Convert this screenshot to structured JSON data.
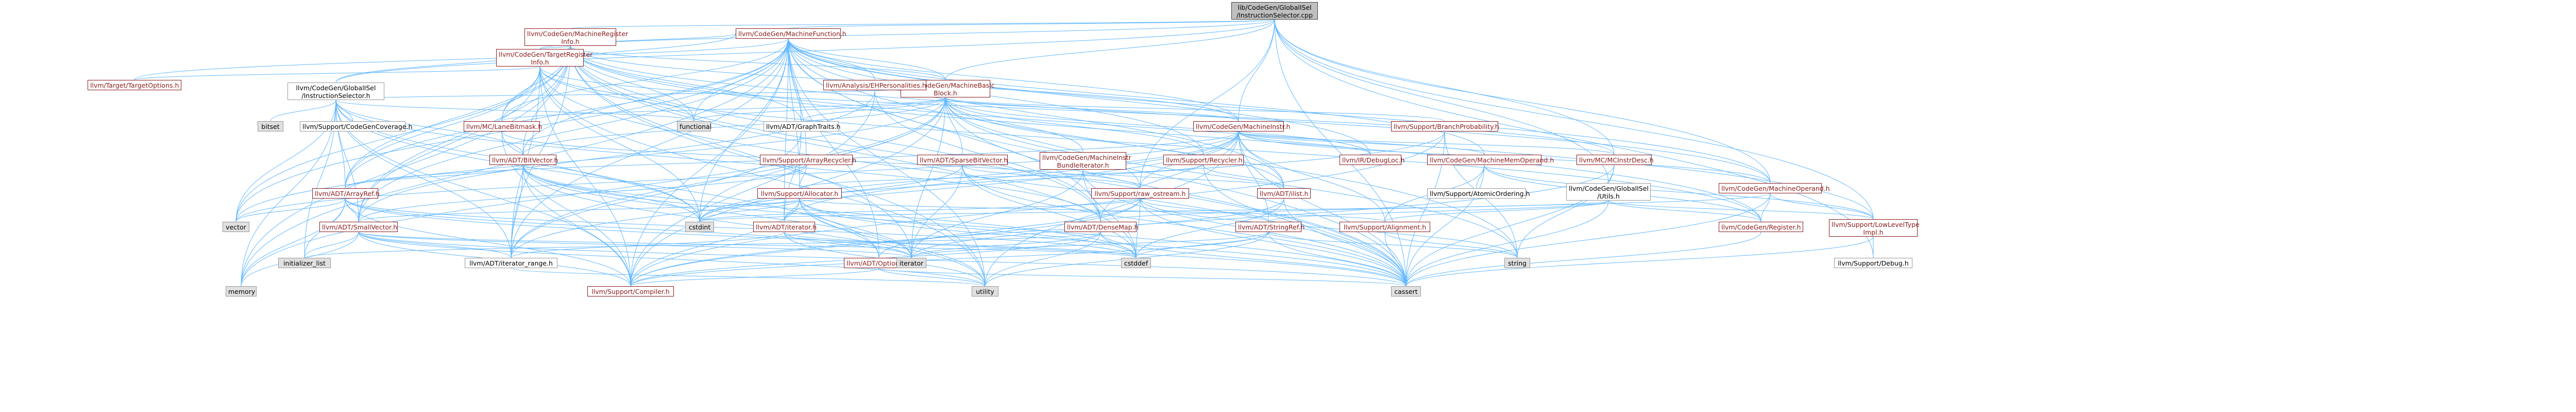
{
  "nodes": [
    {
      "id": "root",
      "label": "lib/CodeGen/GlobalISel\n/InstructionSelector.cpp",
      "kind": "root"
    },
    {
      "id": "mri",
      "label": "llvm/CodeGen/MachineRegister\nInfo.h",
      "kind": "doc"
    },
    {
      "id": "tri",
      "label": "llvm/CodeGen/TargetRegister\nInfo.h",
      "kind": "doc"
    },
    {
      "id": "mf",
      "label": "llvm/CodeGen/MachineFunction.h",
      "kind": "doc"
    },
    {
      "id": "tto",
      "label": "llvm/Target/TargetOptions.h",
      "kind": "doc"
    },
    {
      "id": "gis",
      "label": "llvm/CodeGen/GlobalISel\n/InstructionSelector.h",
      "kind": "plain"
    },
    {
      "id": "mbb",
      "label": "llvm/CodeGen/MachineBasic\nBlock.h",
      "kind": "doc"
    },
    {
      "id": "ehp",
      "label": "llvm/Analysis/EHPersonalities.h",
      "kind": "doc"
    },
    {
      "id": "bitset",
      "label": "bitset",
      "kind": "gray"
    },
    {
      "id": "cgcov",
      "label": "llvm/Support/CodeGenCoverage.h",
      "kind": "plain"
    },
    {
      "id": "functional",
      "label": "functional",
      "kind": "gray"
    },
    {
      "id": "mclane",
      "label": "llvm/MC/LaneBitmask.h",
      "kind": "doc"
    },
    {
      "id": "graphtraits",
      "label": "llvm/ADT/GraphTraits.h",
      "kind": "plain"
    },
    {
      "id": "arrayrecycler",
      "label": "llvm/Support/ArrayRecycler.h",
      "kind": "doc"
    },
    {
      "id": "bitvector",
      "label": "llvm/ADT/BitVector.h",
      "kind": "doc"
    },
    {
      "id": "sparsebv",
      "label": "llvm/ADT/SparseBitVector.h",
      "kind": "doc"
    },
    {
      "id": "mibundle",
      "label": "llvm/CodeGen/MachineInstr\nBundleIterator.h",
      "kind": "doc"
    },
    {
      "id": "recycler",
      "label": "llvm/Support/Recycler.h",
      "kind": "doc"
    },
    {
      "id": "mi",
      "label": "llvm/CodeGen/MachineInstr.h",
      "kind": "doc"
    },
    {
      "id": "branchprob",
      "label": "llvm/Support/BranchProbability.h",
      "kind": "doc"
    },
    {
      "id": "debugloc",
      "label": "llvm/IR/DebugLoc.h",
      "kind": "doc"
    },
    {
      "id": "mmo",
      "label": "llvm/CodeGen/MachineMemOperand.h",
      "kind": "doc"
    },
    {
      "id": "mcinstrdesc",
      "label": "llvm/MC/MCInstrDesc.h",
      "kind": "doc"
    },
    {
      "id": "atomicordering",
      "label": "llvm/Support/AtomicOrdering.h",
      "kind": "plain"
    },
    {
      "id": "gisutils",
      "label": "llvm/CodeGen/GlobalISel\n/Utils.h",
      "kind": "plain"
    },
    {
      "id": "ilist",
      "label": "llvm/ADT/ilist.h",
      "kind": "doc"
    },
    {
      "id": "rawostream",
      "label": "llvm/Support/raw_ostream.h",
      "kind": "doc"
    },
    {
      "id": "allocator",
      "label": "llvm/Support/Allocator.h",
      "kind": "doc"
    },
    {
      "id": "arrayref",
      "label": "llvm/ADT/ArrayRef.h",
      "kind": "doc"
    },
    {
      "id": "iterator",
      "label": "llvm/ADT/iterator.h",
      "kind": "doc"
    },
    {
      "id": "densemap",
      "label": "llvm/ADT/DenseMap.h",
      "kind": "doc"
    },
    {
      "id": "stringref",
      "label": "llvm/ADT/StringRef.h",
      "kind": "doc"
    },
    {
      "id": "alignment",
      "label": "llvm/Support/Alignment.h",
      "kind": "doc"
    },
    {
      "id": "mo",
      "label": "llvm/CodeGen/MachineOperand.h",
      "kind": "doc"
    },
    {
      "id": "cgregister",
      "label": "llvm/CodeGen/Register.h",
      "kind": "doc"
    },
    {
      "id": "lowleveltype",
      "label": "llvm/Support/LowLevelType\nImpl.h",
      "kind": "doc"
    },
    {
      "id": "supportdebug",
      "label": "llvm/Support/Debug.h",
      "kind": "plain"
    },
    {
      "id": "smallvector",
      "label": "llvm/ADT/SmallVector.h",
      "kind": "doc"
    },
    {
      "id": "optional",
      "label": "llvm/ADT/Optional.h",
      "kind": "doc"
    },
    {
      "id": "iterrange",
      "label": "llvm/ADT/iterator_range.h",
      "kind": "plain"
    },
    {
      "id": "compiler",
      "label": "llvm/Support/Compiler.h",
      "kind": "doc"
    },
    {
      "id": "vector",
      "label": "vector",
      "kind": "gray"
    },
    {
      "id": "initlist",
      "label": "initializer_list",
      "kind": "gray"
    },
    {
      "id": "memory",
      "label": "memory",
      "kind": "gray"
    },
    {
      "id": "cstdint",
      "label": "cstdint",
      "kind": "gray"
    },
    {
      "id": "iteratorstd",
      "label": "iterator",
      "kind": "gray"
    },
    {
      "id": "cstddef",
      "label": "cstddef",
      "kind": "gray"
    },
    {
      "id": "utility",
      "label": "utility",
      "kind": "gray"
    },
    {
      "id": "cassert",
      "label": "cassert",
      "kind": "gray"
    },
    {
      "id": "string",
      "label": "string",
      "kind": "gray"
    }
  ],
  "edges": [
    [
      "root",
      "mri"
    ],
    [
      "root",
      "tri"
    ],
    [
      "root",
      "mf"
    ],
    [
      "root",
      "gis"
    ],
    [
      "root",
      "mbb"
    ],
    [
      "root",
      "mi"
    ],
    [
      "root",
      "mo"
    ],
    [
      "root",
      "gisutils"
    ],
    [
      "root",
      "cassert"
    ],
    [
      "root",
      "mcinstrdesc"
    ],
    [
      "root",
      "lowleveltype"
    ],
    [
      "root",
      "rawostream"
    ],
    [
      "root",
      "supportdebug"
    ],
    [
      "mri",
      "tri"
    ],
    [
      "mri",
      "mf"
    ],
    [
      "mri",
      "mbb"
    ],
    [
      "mri",
      "mi"
    ],
    [
      "mri",
      "mo"
    ],
    [
      "mri",
      "mclane"
    ],
    [
      "mri",
      "bitvector"
    ],
    [
      "mri",
      "arrayref"
    ],
    [
      "mri",
      "densemap"
    ],
    [
      "mri",
      "smallvector"
    ],
    [
      "mri",
      "iterrange"
    ],
    [
      "mri",
      "memory"
    ],
    [
      "mri",
      "utility"
    ],
    [
      "mri",
      "vector"
    ],
    [
      "mri",
      "cassert"
    ],
    [
      "mri",
      "cstddef"
    ],
    [
      "mri",
      "iteratorstd"
    ],
    [
      "mri",
      "functional"
    ],
    [
      "mri",
      "lowleveltype"
    ],
    [
      "mri",
      "cgregister"
    ],
    [
      "mri",
      "graphtraits"
    ],
    [
      "mri",
      "gis"
    ],
    [
      "tri",
      "mf"
    ],
    [
      "tri",
      "mclane"
    ],
    [
      "tri",
      "arrayref"
    ],
    [
      "tri",
      "smallvector"
    ],
    [
      "tri",
      "iterrange"
    ],
    [
      "tri",
      "functional"
    ],
    [
      "tri",
      "cstdint"
    ],
    [
      "tri",
      "cassert"
    ],
    [
      "tri",
      "utility"
    ],
    [
      "tri",
      "cgregister"
    ],
    [
      "tri",
      "compiler"
    ],
    [
      "tri",
      "mcinstrdesc"
    ],
    [
      "tri",
      "tto"
    ],
    [
      "mf",
      "mbb"
    ],
    [
      "mf",
      "ehp"
    ],
    [
      "mf",
      "arrayrecycler"
    ],
    [
      "mf",
      "recycler"
    ],
    [
      "mf",
      "bitvector"
    ],
    [
      "mf",
      "densemap"
    ],
    [
      "mf",
      "graphtraits"
    ],
    [
      "mf",
      "smallvector"
    ],
    [
      "mf",
      "ilist"
    ],
    [
      "mf",
      "iterator"
    ],
    [
      "mf",
      "allocator"
    ],
    [
      "mf",
      "compiler"
    ],
    [
      "mf",
      "cassert"
    ],
    [
      "mf",
      "cstdint"
    ],
    [
      "mf",
      "memory"
    ],
    [
      "mf",
      "utility"
    ],
    [
      "mf",
      "vector"
    ],
    [
      "mf",
      "mmo"
    ],
    [
      "mf",
      "mi"
    ],
    [
      "mf",
      "functional"
    ],
    [
      "mf",
      "arrayref"
    ],
    [
      "mf",
      "optional"
    ],
    [
      "mf",
      "iterrange"
    ],
    [
      "mf",
      "debugloc"
    ],
    [
      "mf",
      "tto"
    ],
    [
      "mf",
      "mo"
    ],
    [
      "mf",
      "mclane"
    ],
    [
      "mf",
      "string"
    ],
    [
      "gis",
      "bitset"
    ],
    [
      "gis",
      "cgcov"
    ],
    [
      "gis",
      "functional"
    ],
    [
      "gis",
      "smallvector"
    ],
    [
      "gis",
      "arrayref"
    ],
    [
      "gis",
      "densemap"
    ],
    [
      "gis",
      "optional"
    ],
    [
      "gis",
      "cstdint"
    ],
    [
      "gis",
      "initlist"
    ],
    [
      "gis",
      "vector"
    ],
    [
      "gis",
      "memory"
    ],
    [
      "gis",
      "mbb"
    ],
    [
      "gis",
      "bitvector"
    ],
    [
      "gis",
      "iterrange"
    ],
    [
      "gis",
      "compiler"
    ],
    [
      "mbb",
      "graphtraits"
    ],
    [
      "mbb",
      "sparsebv"
    ],
    [
      "mbb",
      "mibundle"
    ],
    [
      "mbb",
      "mi"
    ],
    [
      "mbb",
      "branchprob"
    ],
    [
      "mbb",
      "mclane"
    ],
    [
      "mbb",
      "iterrange"
    ],
    [
      "mbb",
      "debugloc"
    ],
    [
      "mbb",
      "rawostream"
    ],
    [
      "mbb",
      "cassert"
    ],
    [
      "mbb",
      "functional"
    ],
    [
      "mbb",
      "memory"
    ],
    [
      "mbb",
      "iteratorstd"
    ],
    [
      "mbb",
      "string"
    ],
    [
      "mbb",
      "vector"
    ],
    [
      "mbb",
      "ilist"
    ],
    [
      "mbb",
      "cstdint"
    ],
    [
      "mbb",
      "recycler"
    ],
    [
      "mbb",
      "compiler"
    ],
    [
      "mbb",
      "bitvector"
    ],
    [
      "ehp",
      "densemap"
    ],
    [
      "ehp",
      "smallvector"
    ],
    [
      "ehp",
      "compiler"
    ],
    [
      "mclane",
      "compiler"
    ],
    [
      "mclane",
      "rawostream"
    ],
    [
      "mclane",
      "cstdint"
    ],
    [
      "graphtraits",
      "iterrange"
    ],
    [
      "graphtraits",
      "iterator"
    ],
    [
      "arrayrecycler",
      "smallvector"
    ],
    [
      "arrayrecycler",
      "allocator"
    ],
    [
      "bitvector",
      "arrayref"
    ],
    [
      "bitvector",
      "iterrange"
    ],
    [
      "bitvector",
      "compiler"
    ],
    [
      "bitvector",
      "cassert"
    ],
    [
      "bitvector",
      "cstdint"
    ],
    [
      "bitvector",
      "utility"
    ],
    [
      "bitvector",
      "iteratorstd"
    ],
    [
      "bitvector",
      "cstddef"
    ],
    [
      "sparsebv",
      "rawostream"
    ],
    [
      "sparsebv",
      "cassert"
    ],
    [
      "sparsebv",
      "iteratorstd"
    ],
    [
      "sparsebv",
      "cstdint"
    ],
    [
      "sparsebv",
      "cstddef"
    ],
    [
      "mibundle",
      "ilist"
    ],
    [
      "mibundle",
      "cassert"
    ],
    [
      "mibundle",
      "iteratorstd"
    ],
    [
      "mibundle",
      "cstddef"
    ],
    [
      "recycler",
      "ilist"
    ],
    [
      "recycler",
      "allocator"
    ],
    [
      "recycler",
      "cassert"
    ],
    [
      "mi",
      "arrayref"
    ],
    [
      "mi",
      "densemap"
    ],
    [
      "mi",
      "mmo"
    ],
    [
      "mi",
      "mo"
    ],
    [
      "mi",
      "debugloc"
    ],
    [
      "mi",
      "mcinstrdesc"
    ],
    [
      "mi",
      "iterrange"
    ],
    [
      "mi",
      "ilist"
    ],
    [
      "mi",
      "cstdint"
    ],
    [
      "mi",
      "cassert"
    ],
    [
      "mi",
      "utility"
    ],
    [
      "mi",
      "vector"
    ],
    [
      "mi",
      "stringref"
    ],
    [
      "mi",
      "alignment"
    ],
    [
      "mi",
      "iterator"
    ],
    [
      "mi",
      "rawostream"
    ],
    [
      "branchprob",
      "cassert"
    ],
    [
      "branchprob",
      "cstdint"
    ],
    [
      "branchprob",
      "string"
    ],
    [
      "branchprob",
      "compiler"
    ],
    [
      "mmo",
      "atomicordering"
    ],
    [
      "mmo",
      "cgregister"
    ],
    [
      "mmo",
      "lowleveltype"
    ],
    [
      "mmo",
      "alignment"
    ],
    [
      "mmo",
      "cassert"
    ],
    [
      "mcinstrdesc",
      "cassert"
    ],
    [
      "mcinstrdesc",
      "string"
    ],
    [
      "mcinstrdesc",
      "compiler"
    ],
    [
      "gisutils",
      "cassert"
    ],
    [
      "gisutils",
      "cstdint"
    ],
    [
      "gisutils",
      "lowleveltype"
    ],
    [
      "gisutils",
      "stringref"
    ],
    [
      "gisutils",
      "cgregister"
    ],
    [
      "gisutils",
      "alignment"
    ],
    [
      "ilist",
      "cassert"
    ],
    [
      "ilist",
      "cstddef"
    ],
    [
      "ilist",
      "iteratorstd"
    ],
    [
      "rawostream",
      "stringref"
    ],
    [
      "rawostream",
      "compiler"
    ],
    [
      "rawostream",
      "cassert"
    ],
    [
      "rawostream",
      "cstdint"
    ],
    [
      "rawostream",
      "cstddef"
    ],
    [
      "rawostream",
      "string"
    ],
    [
      "rawostream",
      "optional"
    ],
    [
      "allocator",
      "compiler"
    ],
    [
      "allocator",
      "alignment"
    ],
    [
      "allocator",
      "cassert"
    ],
    [
      "allocator",
      "cstddef"
    ],
    [
      "allocator",
      "cstdint"
    ],
    [
      "allocator",
      "iteratorstd"
    ],
    [
      "allocator",
      "utility"
    ],
    [
      "allocator",
      "smallvector"
    ],
    [
      "allocator",
      "optional"
    ],
    [
      "allocator",
      "iterator"
    ],
    [
      "arrayref",
      "smallvector"
    ],
    [
      "arrayref",
      "compiler"
    ],
    [
      "arrayref",
      "cassert"
    ],
    [
      "arrayref",
      "cstddef"
    ],
    [
      "arrayref",
      "initlist"
    ],
    [
      "arrayref",
      "iteratorstd"
    ],
    [
      "arrayref",
      "memory"
    ],
    [
      "arrayref",
      "vector"
    ],
    [
      "iterator",
      "iterrange"
    ],
    [
      "iterator",
      "cstddef"
    ],
    [
      "iterator",
      "iteratorstd"
    ],
    [
      "iterator",
      "utility"
    ],
    [
      "densemap",
      "compiler"
    ],
    [
      "densemap",
      "cassert"
    ],
    [
      "densemap",
      "cstddef"
    ],
    [
      "densemap",
      "iteratorstd"
    ],
    [
      "densemap",
      "utility"
    ],
    [
      "densemap",
      "initlist"
    ],
    [
      "stringref",
      "compiler"
    ],
    [
      "stringref",
      "cassert"
    ],
    [
      "stringref",
      "cstddef"
    ],
    [
      "stringref",
      "iteratorstd"
    ],
    [
      "stringref",
      "string"
    ],
    [
      "stringref",
      "utility"
    ],
    [
      "alignment",
      "cassert"
    ],
    [
      "alignment",
      "string"
    ],
    [
      "mo",
      "cgregister"
    ],
    [
      "mo",
      "lowleveltype"
    ],
    [
      "mo",
      "cassert"
    ],
    [
      "mo",
      "densemap"
    ],
    [
      "cgregister",
      "cassert"
    ],
    [
      "lowleveltype",
      "cassert"
    ],
    [
      "lowleveltype",
      "supportdebug"
    ],
    [
      "smallvector",
      "compiler"
    ],
    [
      "smallvector",
      "cassert"
    ],
    [
      "smallvector",
      "cstddef"
    ],
    [
      "smallvector",
      "initlist"
    ],
    [
      "smallvector",
      "iteratorstd"
    ],
    [
      "smallvector",
      "memory"
    ],
    [
      "smallvector",
      "utility"
    ],
    [
      "smallvector",
      "iterrange"
    ],
    [
      "optional",
      "compiler"
    ],
    [
      "optional",
      "utility"
    ],
    [
      "optional",
      "cassert"
    ],
    [
      "iterrange",
      "utility"
    ]
  ]
}
